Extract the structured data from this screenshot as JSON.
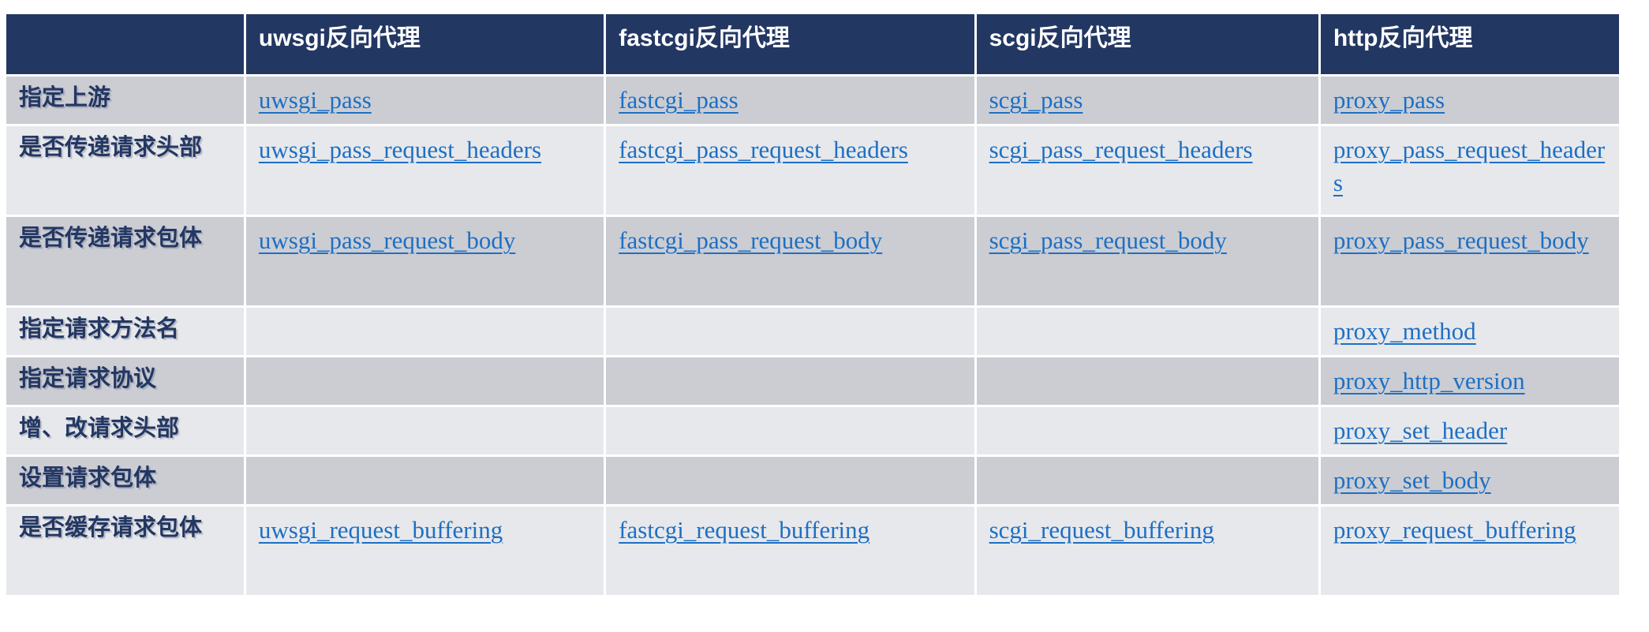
{
  "colors": {
    "navy": "#233763",
    "row-dark": "#CBCDD3",
    "row-light": "#E7E8EB",
    "link": "#1D6FC4",
    "page-bg": "#FFFFFF"
  },
  "table": {
    "columns": [
      {
        "label": ""
      },
      {
        "label": "uwsgi反向代理"
      },
      {
        "label": "fastcgi反向代理"
      },
      {
        "label": "scgi反向代理"
      },
      {
        "label": "http反向代理"
      }
    ],
    "rows": [
      {
        "label": "指定上游",
        "cells": [
          "uwsgi_pass",
          "fastcgi_pass",
          "scgi_pass",
          "proxy_pass"
        ]
      },
      {
        "label": "是否传递请求头部",
        "cells": [
          "uwsgi_pass_request_headers",
          "fastcgi_pass_request_headers",
          "scgi_pass_request_headers",
          "proxy_pass_request_headers"
        ]
      },
      {
        "label": "是否传递请求包体",
        "cells": [
          "uwsgi_pass_request_body",
          "fastcgi_pass_request_body",
          "scgi_pass_request_body",
          "proxy_pass_request_body"
        ]
      },
      {
        "label": "指定请求方法名",
        "cells": [
          "",
          "",
          "",
          "proxy_method"
        ]
      },
      {
        "label": "指定请求协议",
        "cells": [
          "",
          "",
          "",
          "proxy_http_version"
        ]
      },
      {
        "label": "增、改请求头部",
        "cells": [
          "",
          "",
          "",
          "proxy_set_header"
        ]
      },
      {
        "label": "设置请求包体",
        "cells": [
          "",
          "",
          "",
          "proxy_set_body"
        ]
      },
      {
        "label": "是否缓存请求包体",
        "cells": [
          "uwsgi_request_buffering",
          "fastcgi_request_buffering",
          "scgi_request_buffering",
          "proxy_request_buffering"
        ]
      }
    ]
  }
}
